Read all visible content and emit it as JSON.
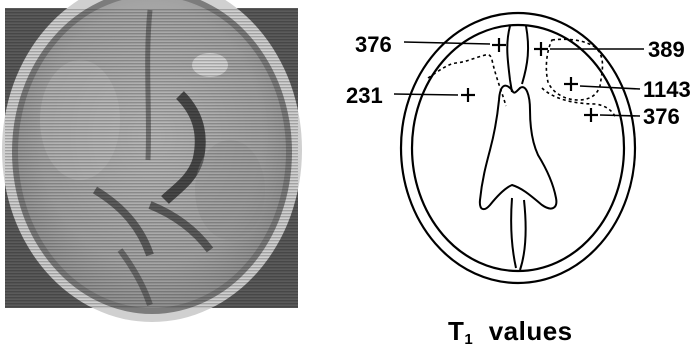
{
  "diagram": {
    "labels": {
      "upper_left": "376",
      "upper_right": "389",
      "left": "231",
      "right_middle": "1143",
      "lower_right": "376"
    },
    "caption": {
      "main": "T",
      "subscript": "1",
      "rest": "values"
    }
  }
}
